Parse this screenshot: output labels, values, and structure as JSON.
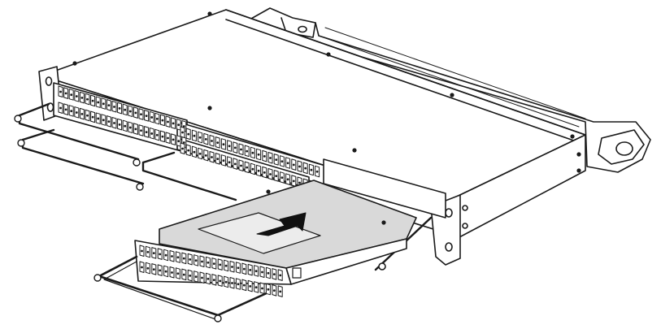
{
  "figure": {
    "subject": "rack-mount-fiber-enclosure",
    "cassette_count_installed": 2,
    "cassette_count_sliding": 1,
    "adapters_per_cassette": 24,
    "arrow_meaning": "insert-direction",
    "colors": {
      "line": "#1a1a1a",
      "body": "#ffffff",
      "cassette_shade": "#d9d9d9",
      "arrow": "#111111"
    }
  }
}
